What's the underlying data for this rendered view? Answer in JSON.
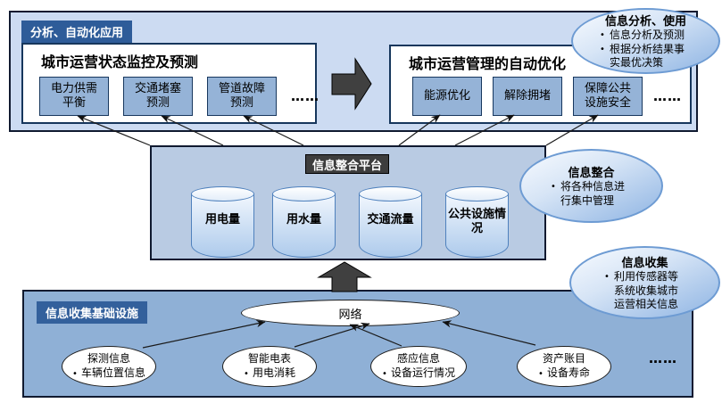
{
  "diagram_title": "smart-city information architecture",
  "colors": {
    "top_section_bg": "#ccdbf2",
    "bottom_section_bg": "#8fb0d6",
    "platform_bg": "#b9cbe3",
    "label_bg": "#2e5c99",
    "item_box_bg": "#95b3d7",
    "item_box_border": "#17375e",
    "header_bg": "#3d3d3d",
    "cylinder_border": "#4f81bd",
    "callout_border": "#6d9bd3",
    "callout_fill": "#8eb4e3",
    "arrow_fill": "#404040",
    "outline": "#101a30"
  },
  "top_section": {
    "label": "分析、自动化应用",
    "monitor": {
      "title": "城市运营状态监控及预测",
      "items": [
        "电力供需平衡",
        "交通堵塞预测",
        "管道故障预测"
      ],
      "dots": "……"
    },
    "optimize": {
      "title": "城市运营管理的自动优化",
      "items": [
        "能源优化",
        "解除拥堵",
        "保障公共设施安全"
      ],
      "dots": "……"
    }
  },
  "platform": {
    "header": "信息整合平台",
    "cylinders": [
      "用电量",
      "用水量",
      "交通流量",
      "公共设施情况"
    ]
  },
  "bottom_section": {
    "label": "信息收集基础设施",
    "network": "网络",
    "sources": [
      {
        "title": "探测信息",
        "bullet": "车辆位置信息"
      },
      {
        "title": "智能电表",
        "bullet": "用电消耗"
      },
      {
        "title": "感应信息",
        "bullet": "设备运行情况"
      },
      {
        "title": "资产账目",
        "bullet": "设备寿命"
      }
    ],
    "dots": "……"
  },
  "callouts": [
    {
      "title": "信息分析、使用",
      "bullets": [
        "信息分析及预测",
        "根据分析结果事实最优决策"
      ]
    },
    {
      "title": "信息整合",
      "bullets": [
        "将各种信息进行集中管理"
      ]
    },
    {
      "title": "信息收集",
      "bullets": [
        "利用传感器等系统收集城市运营相关信息"
      ]
    }
  ]
}
